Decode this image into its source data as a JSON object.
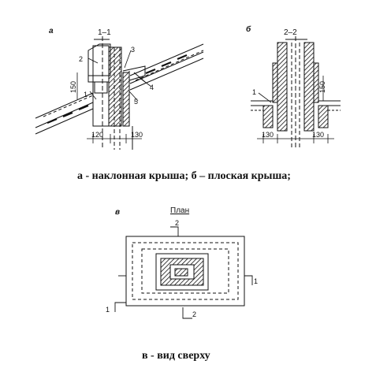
{
  "figure_a": {
    "letter": "а",
    "section_mark": "1–1",
    "callouts": [
      "1",
      "2",
      "3",
      "4",
      "5"
    ],
    "dims": {
      "vertical": "150",
      "left": "120",
      "right": "130"
    }
  },
  "figure_b": {
    "letter": "б",
    "section_mark": "2–2",
    "callout": "1",
    "dims": {
      "vertical": "150",
      "left": "130",
      "right": "130"
    }
  },
  "figure_v": {
    "letter": "в",
    "title": "План",
    "cut_marks": [
      "2",
      "2",
      "1",
      "1"
    ]
  },
  "captions": {
    "top": "а - наклонная крыша; б – плоская крыша;",
    "bottom": "в - вид сверху"
  },
  "colors": {
    "ink": "#111111",
    "background": "#ffffff"
  }
}
